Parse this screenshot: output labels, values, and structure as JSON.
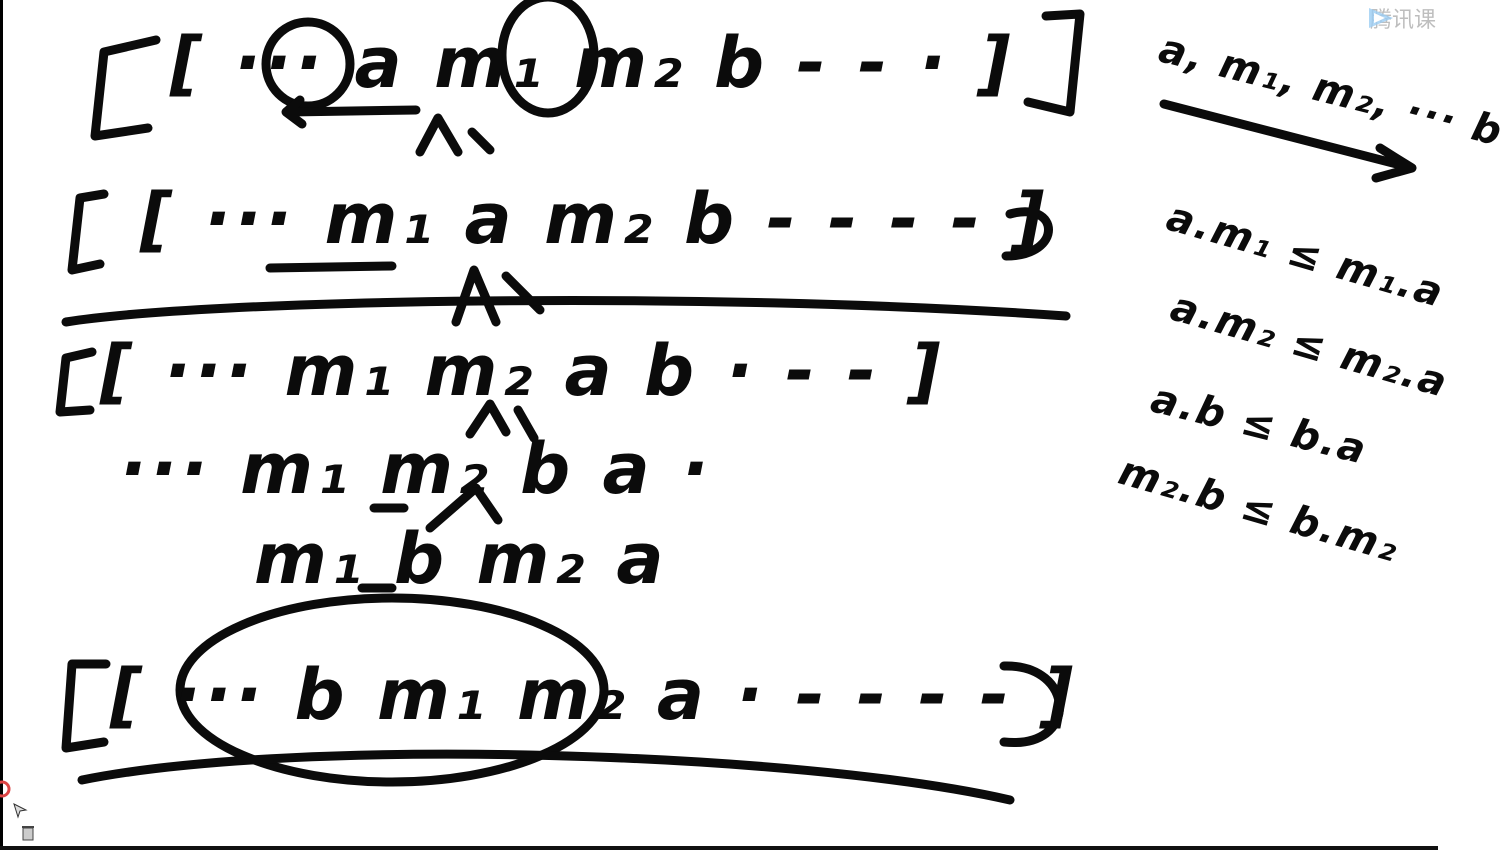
{
  "app": {
    "brand": "腾讯课"
  },
  "whiteboard": {
    "rows": [
      {
        "text": "[ ··· a m₁ m₂ b - - · ]"
      },
      {
        "text": "[ ··· m₁ a m₂ b - - - - ]"
      },
      {
        "text": "[ ··· m₁ m₂ a b · - - ]"
      },
      {
        "text": "··· m₁ m₂ b a ·"
      },
      {
        "text": "m₁ b m₂ a"
      },
      {
        "text": "[ ··· b m₁ m₂ a · - - - - ]"
      }
    ],
    "side_notes": [
      {
        "text": "a, m₁, m₂, ··· b"
      },
      {
        "text": "a.m₁ ≤ m₁.a"
      },
      {
        "text": "a.m₂ ≤ m₂.a"
      },
      {
        "text": "a.b ≤ b.a"
      },
      {
        "text": "m₂.b ≤ b.m₂"
      }
    ]
  },
  "colors": {
    "ink": "#0b0b0b",
    "background": "#ffffff",
    "brand": "#4aa3e8"
  }
}
